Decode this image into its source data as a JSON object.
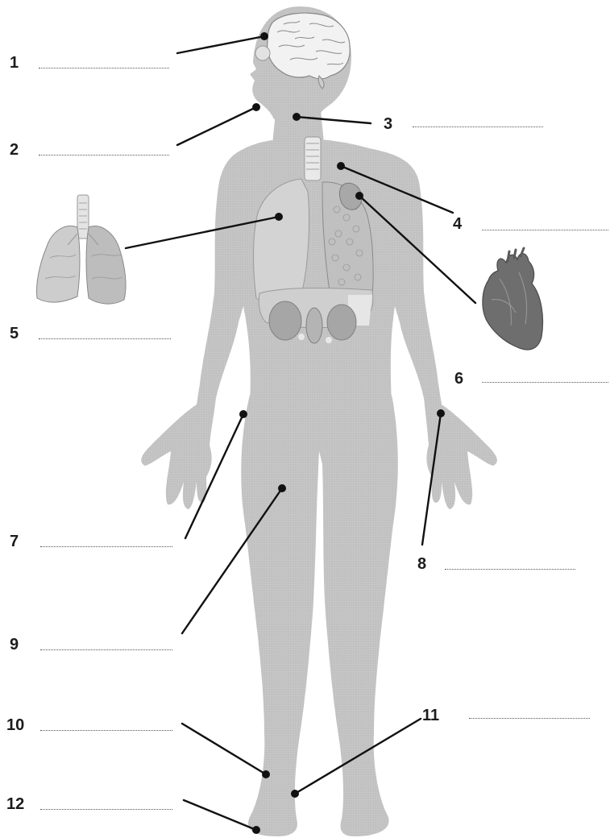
{
  "colors": {
    "body_silhouette": "#c4c4c4",
    "organ_fill": "#b2b2b2",
    "leader_line": "#111111",
    "text": "#1c1c1c"
  },
  "labels": [
    {
      "id": "1",
      "text": "1"
    },
    {
      "id": "2",
      "text": "2"
    },
    {
      "id": "3",
      "text": "3"
    },
    {
      "id": "4",
      "text": "4"
    },
    {
      "id": "5",
      "text": "5"
    },
    {
      "id": "6",
      "text": "6"
    },
    {
      "id": "7",
      "text": "7"
    },
    {
      "id": "8",
      "text": "8"
    },
    {
      "id": "9",
      "text": "9"
    },
    {
      "id": "10",
      "text": "10"
    },
    {
      "id": "11",
      "text": "11"
    },
    {
      "id": "12",
      "text": "12"
    }
  ],
  "illustrations": {
    "body": "human-body-silhouette-icon",
    "brain": "brain-icon",
    "lungs": "lungs-icon",
    "heart": "heart-icon",
    "torso_organs": "internal-organs-icon"
  }
}
